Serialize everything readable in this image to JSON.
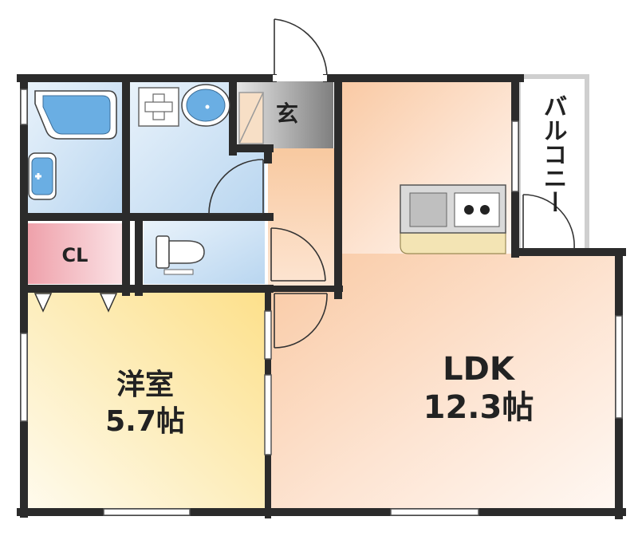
{
  "rooms": {
    "ldk": {
      "name": "LDK",
      "size": "12.3帖"
    },
    "western": {
      "name": "洋室",
      "size": "5.7帖"
    },
    "closet": {
      "name": "CL"
    },
    "entrance": {
      "name": "玄"
    },
    "balcony": {
      "name": "バルコニー"
    }
  },
  "colors": {
    "wall": "#2b2b2b",
    "ldk_fill": "#fbd9bf",
    "western_fill": "#fde9a6",
    "bath_fill": "#cfe2f4",
    "closet_fill": "#f0b7bd",
    "entrance_fill": "#8a8a8a",
    "fixture_blue": "#6aaee3",
    "counter": "#f3e4b4"
  },
  "icons": [
    "bathtub-icon",
    "sink-icon",
    "toilet-icon",
    "washing-machine-icon",
    "stove-icon",
    "door-swing-icon"
  ]
}
